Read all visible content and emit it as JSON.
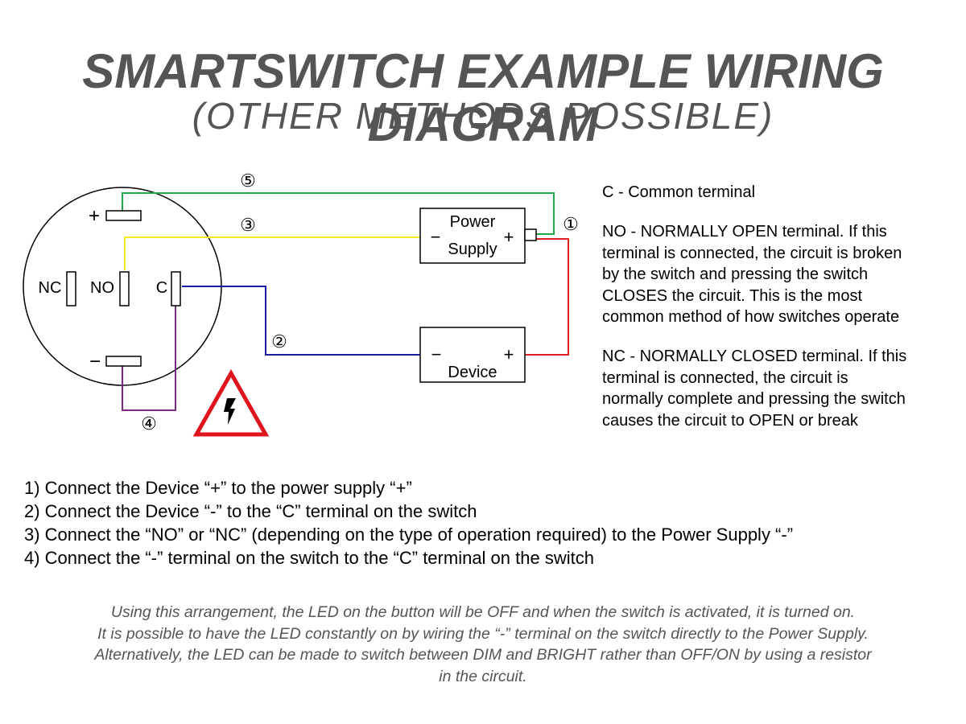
{
  "header": {
    "title": "SMARTSWITCH EXAMPLE WIRING DIAGRAM",
    "subtitle": "(OTHER METHODS POSSIBLE)"
  },
  "diagram": {
    "switch": {
      "plus_label": "+",
      "minus_label": "−",
      "nc_label": "NC",
      "no_label": "NO",
      "c_label": "C"
    },
    "power_supply": {
      "line1": "Power",
      "line2": "Supply",
      "minus": "−",
      "plus": "+"
    },
    "device": {
      "label": "Device",
      "minus": "−",
      "plus": "+"
    },
    "wire_markers": [
      "①",
      "②",
      "③",
      "④",
      "⑤"
    ],
    "wire_colors": {
      "w1": "#dd1f1f",
      "w2": "#1a1aa8",
      "w3": "#f2ec20",
      "w4": "#7b2a82",
      "w5": "#19a84a"
    },
    "warning_icon_color": "#e0141c"
  },
  "legend": {
    "c": "C - Common terminal",
    "no_lines": [
      "NO - NORMALLY OPEN terminal. If this",
      "terminal is connected, the circuit is broken",
      "by the switch and pressing the switch",
      "CLOSES the circuit. This is the most",
      "common method of how switches operate"
    ],
    "nc_lines": [
      "NC - NORMALLY CLOSED terminal. If this",
      "terminal is connected, the circuit is",
      "normally complete and pressing the switch",
      "causes the circuit to OPEN or break"
    ]
  },
  "steps": [
    "1) Connect the Device “+” to the power supply “+”",
    "2) Connect the Device “-” to the “C” terminal on the switch",
    "3) Connect the “NO” or “NC” (depending on the type of operation required) to the Power Supply “-”",
    "4) Connect the “-” terminal on the switch to the “C” terminal on the switch"
  ],
  "footer": [
    "Using this arrangement, the LED on the button will be OFF and when the switch is activated, it is turned on.",
    "It is possible to have the LED constantly on by wiring the “-” terminal on the switch directly to the Power Supply.",
    "Alternatively, the LED can be made to switch between DIM and BRIGHT rather than OFF/ON by using a resistor",
    "in the circuit."
  ]
}
